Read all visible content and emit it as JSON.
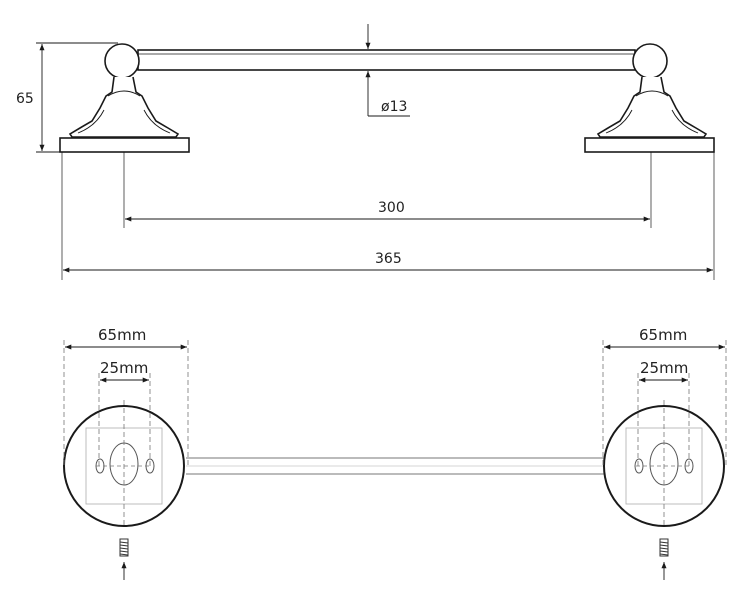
{
  "colors": {
    "line": "#1a1a1a",
    "dash": "#777777",
    "light": "#9a9a9a",
    "background": "#ffffff"
  },
  "side_view": {
    "height_label": "65",
    "diameter_label": "ø13",
    "inner_width_label": "300",
    "total_width_label": "365"
  },
  "top_view": {
    "left": {
      "outer_label": "65mm",
      "inner_label": "25mm"
    },
    "right": {
      "outer_label": "65mm",
      "inner_label": "25mm"
    }
  }
}
